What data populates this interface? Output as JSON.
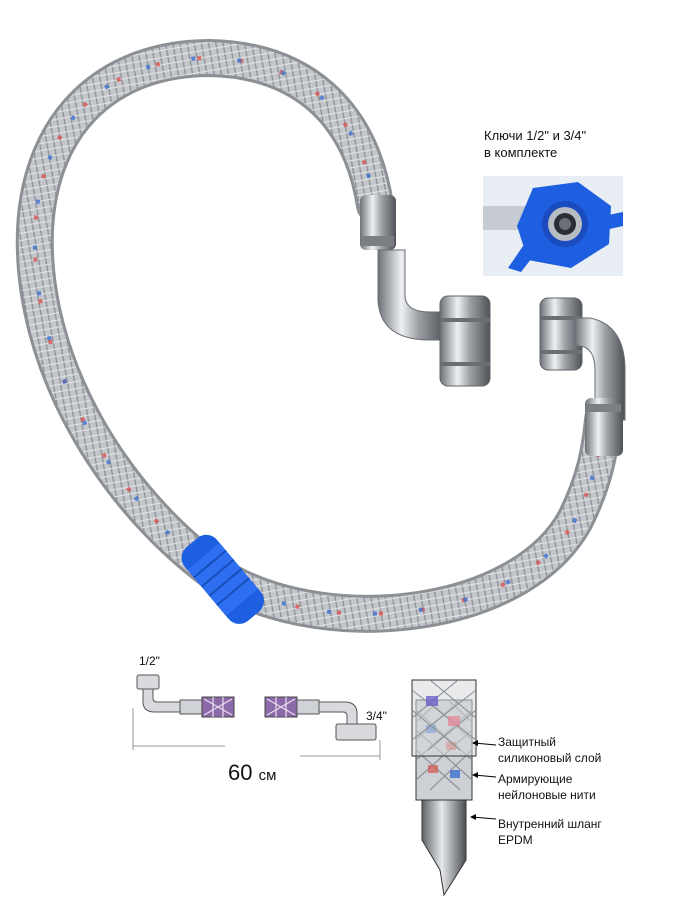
{
  "inset": {
    "caption_line1": "Ключи 1/2\" и 3/4\"",
    "caption_line2": "в комплекте",
    "icon": "wrench-key-icon"
  },
  "diagram": {
    "end_a": "1/2\"",
    "end_b": "3/4\"",
    "length_value": "60",
    "length_unit": "см"
  },
  "layers": [
    {
      "line1": "Защитный",
      "line2": "силиконовый слой"
    },
    {
      "line1": "Армирующие",
      "line2": "нейлоновые нити"
    },
    {
      "line1": "Внутренний шланг",
      "line2": "EPDM"
    }
  ],
  "colors": {
    "braid": "#b9bcc0",
    "braid_dark": "#8e9296",
    "red_thread": "#d9534f",
    "blue_thread": "#3b6fd0",
    "key_blue": "#1d5fe0"
  }
}
